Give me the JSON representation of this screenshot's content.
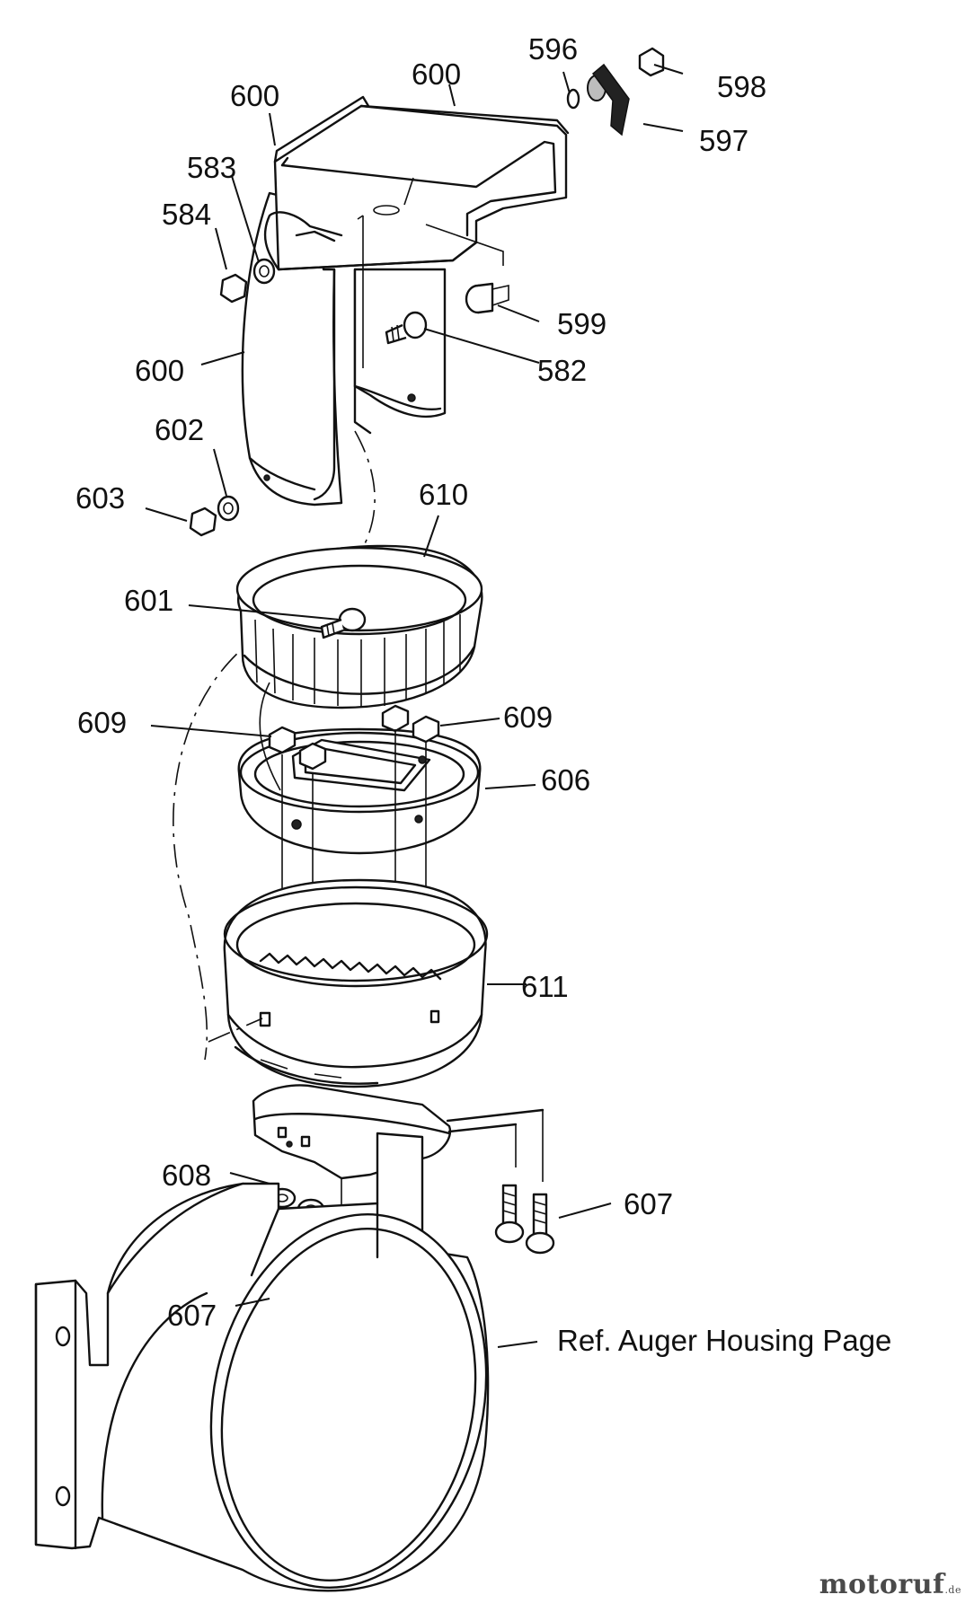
{
  "parts": {
    "p596": "596",
    "p600_top": "600",
    "p598": "598",
    "p597": "597",
    "p600_left": "600",
    "p583": "583",
    "p584": "584",
    "p599": "599",
    "p582": "582",
    "p600_mid": "600",
    "p602": "602",
    "p603": "603",
    "p610": "610",
    "p601": "601",
    "p609_left": "609",
    "p609_right": "609",
    "p606": "606",
    "p611": "611",
    "p608": "608",
    "p607_right": "607",
    "p607_left": "607"
  },
  "reference_note": "Ref. Auger Housing Page",
  "watermark": {
    "main": "motoruf",
    "suffix": ".de"
  }
}
